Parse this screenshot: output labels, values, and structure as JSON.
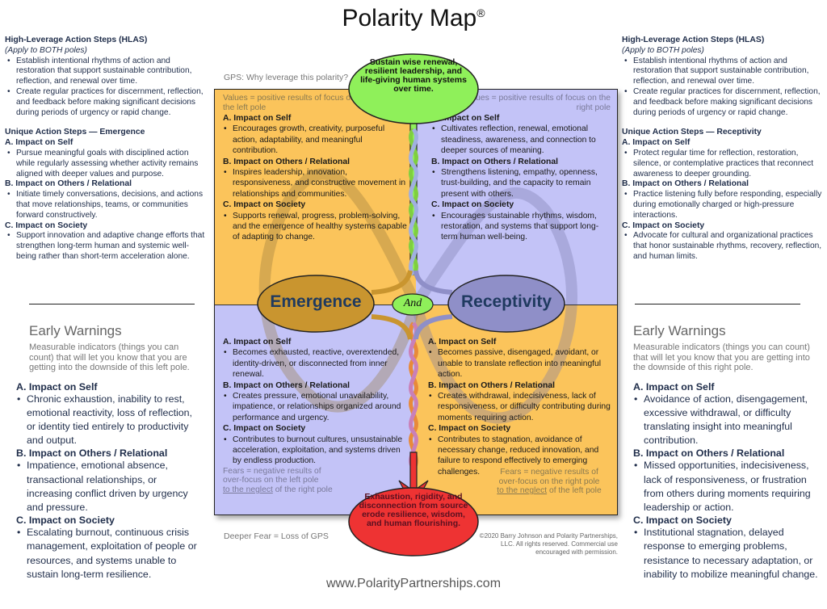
{
  "title": "Polarity Map",
  "title_mark": "®",
  "left_column": {
    "hlas_title": "High-Leverage Action Steps (HLAS)",
    "hlas_subtitle": "(Apply to BOTH poles)",
    "hlas_items": [
      "Establish intentional rhythms of action and restoration that support sustainable contribution, reflection, and renewal over time.",
      "Create regular practices for discernment, reflection, and feedback before making significant decisions during periods of urgency or rapid change."
    ],
    "unique_title": "Unique Action Steps — Emergence",
    "sections": [
      {
        "heading": "A. Impact on Self",
        "item": "Pursue meaningful goals with disciplined action while regularly assessing whether activity remains aligned with deeper values and purpose."
      },
      {
        "heading": "B. Impact on Others / Relational",
        "item": "Initiate timely conversations, decisions, and actions that move relationships, teams, or communities forward constructively."
      },
      {
        "heading": "C. Impact on Society",
        "item": "Support innovation and adaptive change efforts that strengthen long-term human and systemic well-being rather than short-term acceleration alone."
      }
    ],
    "early_warnings": {
      "title": "Early Warnings",
      "description": "Measurable indicators (things you can count) that will let you know that you are getting into the downside of this left pole.",
      "sections": [
        {
          "heading": "A. Impact on Self",
          "item": "Chronic exhaustion, inability to rest, emotional reactivity, loss of reflection, or identity tied entirely to productivity and output."
        },
        {
          "heading": "B. Impact on Others / Relational",
          "item": "Impatience, emotional absence, transactional relationships, or increasing conflict driven by urgency and pressure."
        },
        {
          "heading": "C. Impact on Society",
          "item": "Escalating burnout, continuous crisis management, exploitation of people or resources, and systems unable to sustain long-term resilience."
        }
      ]
    }
  },
  "right_column": {
    "hlas_title": "High-Leverage Action Steps (HLAS)",
    "hlas_subtitle": "(Apply to BOTH poles)",
    "hlas_items": [
      "Establish intentional rhythms of action and restoration that support sustainable contribution, reflection, and renewal over time.",
      "Create regular practices for discernment, reflection, and feedback before making significant decisions during periods of urgency or rapid change."
    ],
    "unique_title": "Unique Action Steps — Receptivity",
    "sections": [
      {
        "heading": "A. Impact on Self",
        "item": "Protect regular time for reflection, restoration, silence, or contemplative practices that reconnect awareness to deeper grounding."
      },
      {
        "heading": "B. Impact on Others / Relational",
        "item": "Practice listening fully before responding, especially during emotionally charged or high-pressure interactions."
      },
      {
        "heading": "C. Impact on Society",
        "item": "Advocate for cultural and organizational practices that honor sustainable rhythms, recovery, reflection, and human limits."
      }
    ],
    "early_warnings": {
      "title": "Early Warnings",
      "description": "Measurable indicators (things you can count) that will let you know that you are getting into the downside of this right pole.",
      "sections": [
        {
          "heading": "A. Impact on Self",
          "item": "Avoidance of action, disengagement, excessive withdrawal, or difficulty translating insight into meaningful contribution."
        },
        {
          "heading": "B. Impact on Others / Relational",
          "item": "Missed opportunities, indecisiveness, lack of responsiveness, or frustration from others during moments requiring leadership or action."
        },
        {
          "heading": "C. Impact on Society",
          "item": "Institutional stagnation, delayed response to emerging problems, resistance to necessary adaptation, or inability to mobilize meaningful change."
        }
      ]
    }
  },
  "map": {
    "gps_label": "GPS: Why leverage this polarity?",
    "gps_statement": "Sustain wise renewal, resilient leadership, and life-giving human systems over time.",
    "deeper_fear_label": "Deeper Fear = Loss of GPS",
    "deeper_fear_statement": "Exhaustion, rigidity, and disconnection from source erode resilience, wisdom, and human flourishing.",
    "left_pole": "Emergence",
    "right_pole": "Receptivity",
    "connector": "And",
    "upper_left": {
      "values_label": "Values = positive results of focus on the left pole",
      "sections": [
        {
          "heading": "A. Impact on Self",
          "item": "Encourages growth, creativity, purposeful action, adaptability, and meaningful contribution."
        },
        {
          "heading": "B. Impact on Others / Relational",
          "item": "Inspires leadership, innovation, responsiveness, and constructive movement in relationships and communities."
        },
        {
          "heading": "C. Impact on Society",
          "item": "Supports renewal, progress, problem-solving, and the emergence of healthy systems capable of adapting to change."
        }
      ]
    },
    "upper_right": {
      "values_label": "Values = positive results of focus on the right pole",
      "sections": [
        {
          "heading": "A. Impact on Self",
          "item": "Cultivates reflection, renewal, emotional steadiness, awareness, and connection to deeper sources of meaning."
        },
        {
          "heading": "B. Impact on Others / Relational",
          "item": "Strengthens listening, empathy, openness, trust-building, and the capacity to remain present with others."
        },
        {
          "heading": "C. Impact on Society",
          "item": "Encourages sustainable rhythms, wisdom, restoration, and systems that support long-term human well-being."
        }
      ]
    },
    "lower_left": {
      "sections": [
        {
          "heading": "A. Impact on Self",
          "item": "Becomes exhausted, reactive, overextended, identity-driven, or disconnected from inner renewal."
        },
        {
          "heading": "B. Impact on Others / Relational",
          "item": "Creates pressure, emotional unavailability, impatience, or relationships organized around performance and urgency."
        },
        {
          "heading": "C. Impact on Society",
          "item": "Contributes to burnout cultures, unsustainable acceleration, exploitation, and systems driven by endless production."
        }
      ],
      "fears_line1": "Fears = negative results of",
      "fears_line2": "over-focus on the left pole",
      "fears_neglect": "to the neglect",
      "fears_rest": " of the right pole"
    },
    "lower_right": {
      "sections": [
        {
          "heading": "A. Impact on Self",
          "item": "Becomes passive, disengaged, avoidant, or unable to translate reflection into meaningful action."
        },
        {
          "heading": "B. Impact on Others / Relational",
          "item": "Creates withdrawal, indecisiveness, lack of responsiveness, or difficulty contributing during moments requiring action."
        },
        {
          "heading": "C. Impact on Society",
          "item": "Contributes to stagnation, avoidance of necessary change, reduced innovation, and failure to respond effectively to emerging challenges."
        }
      ],
      "fears_line1": "Fears = negative results of",
      "fears_line2": "over-focus on the right pole",
      "fears_neglect": "to the neglect",
      "fears_rest": " of the left pole"
    },
    "copyright": "©2020 Barry Johnson and Polarity Partnerships, LLC. All rights reserved. Commercial use encouraged with permission."
  },
  "colors": {
    "left_pole_fill": "#c9952f",
    "right_pole_fill": "#8f8fc8",
    "gps_fill": "#8ff05a",
    "fear_fill": "#ee3333",
    "orange_quadrant": "#fbc45b",
    "purple_quadrant": "#c3c3f7",
    "text_navy": "#1f2d4a"
  },
  "website": "www.PolarityPartnerships.com"
}
